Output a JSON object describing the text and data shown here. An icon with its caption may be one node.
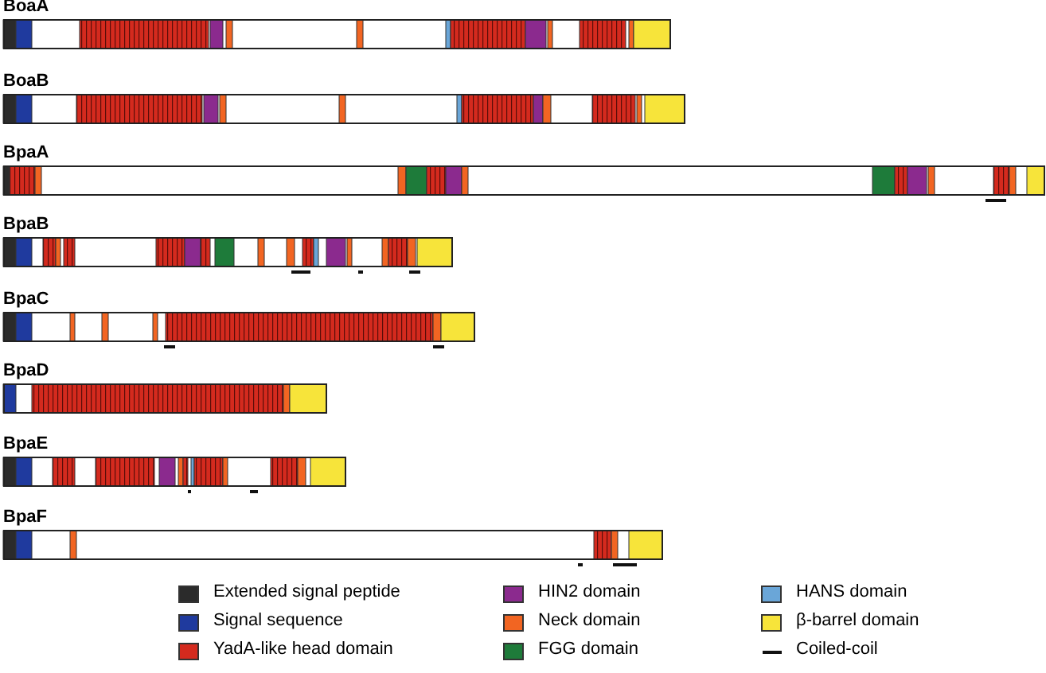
{
  "diagram": {
    "nodes": [
      {
        "text": [
          "BoaA"
        ]
      },
      {
        "text": [
          "BoaB"
        ]
      },
      {
        "text": [
          "BpaA"
        ]
      },
      {
        "text": [
          "BpaB"
        ]
      },
      {
        "text": [
          "BpaC"
        ]
      },
      {
        "text": [
          "BpaD"
        ]
      },
      {
        "text": [
          "BpaE"
        ]
      },
      {
        "text": [
          "BpaF"
        ]
      }
    ],
    "edges": [],
    "legend": [
      {
        "text": "Extended signal peptide",
        "color": "#2b2b2b"
      },
      {
        "text": "Signal sequence",
        "color": "#1f3a9e"
      },
      {
        "text": "YadA-like head domain",
        "color": "#d42a1e"
      },
      {
        "text": "HIN2 domain",
        "color": "#8b2a8e"
      },
      {
        "text": "Neck domain",
        "color": "#f26522"
      },
      {
        "text": "FGG domain",
        "color": "#1e7b3a"
      },
      {
        "text": "HANS domain",
        "color": "#6aa6d8"
      },
      {
        "text": "β-barrel domain",
        "color": "#f7e43a"
      },
      {
        "text": "Coiled-coil"
      }
    ]
  }
}
